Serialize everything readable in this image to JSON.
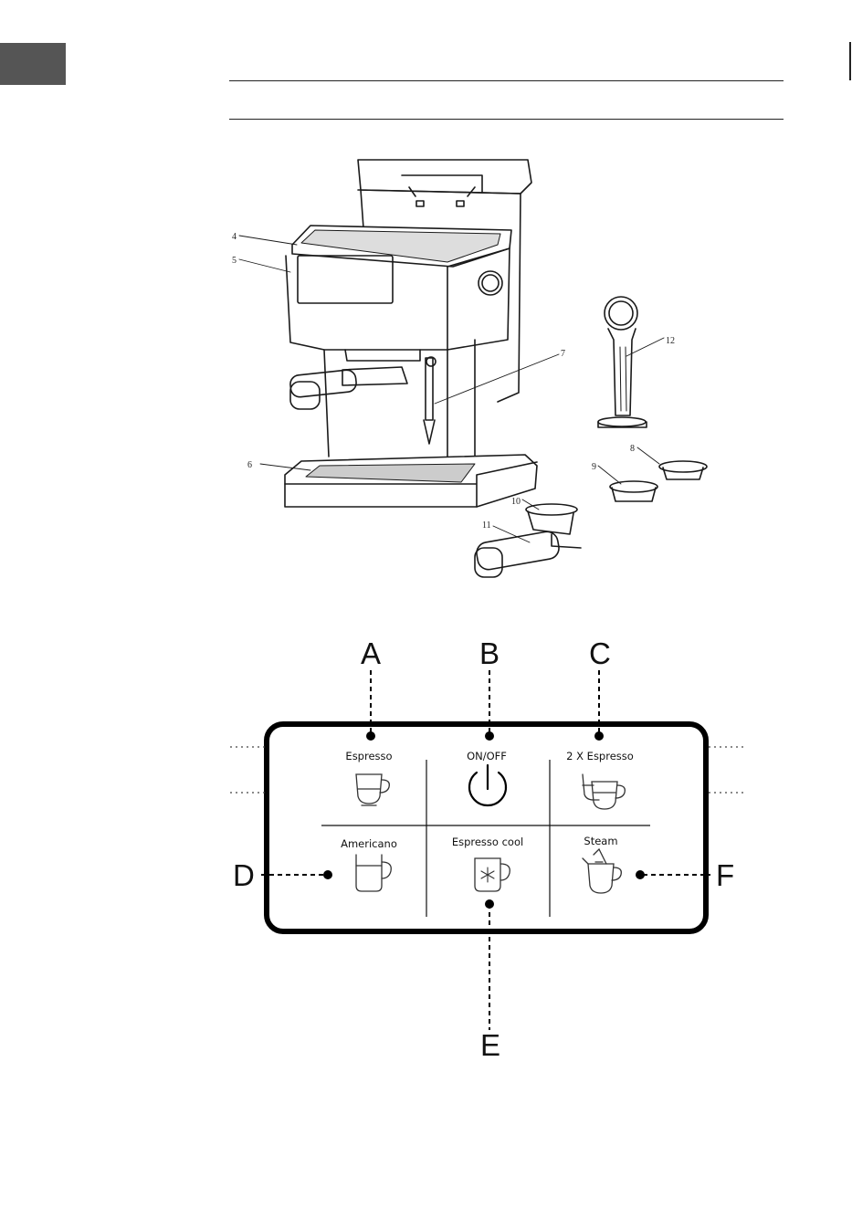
{
  "colors": {
    "tab_marker": "#555555",
    "line": "#222222",
    "panel_border": "#000000"
  },
  "machine_figure": {
    "part_callouts": [
      "4",
      "5",
      "6",
      "7",
      "8",
      "9",
      "10",
      "11",
      "12"
    ]
  },
  "control_panel": {
    "pointers": [
      "A",
      "B",
      "C",
      "D",
      "E",
      "F"
    ],
    "buttons": [
      {
        "label": "Espresso",
        "icon": "espresso-cup-icon"
      },
      {
        "label": "ON/OFF",
        "icon": "power-icon"
      },
      {
        "label": "2 X Espresso",
        "icon": "double-espresso-icon"
      },
      {
        "label": "Americano",
        "icon": "americano-mug-icon"
      },
      {
        "label": "Espresso cool",
        "icon": "snowflake-mug-icon"
      },
      {
        "label": "Steam",
        "icon": "steam-jug-icon"
      }
    ]
  }
}
